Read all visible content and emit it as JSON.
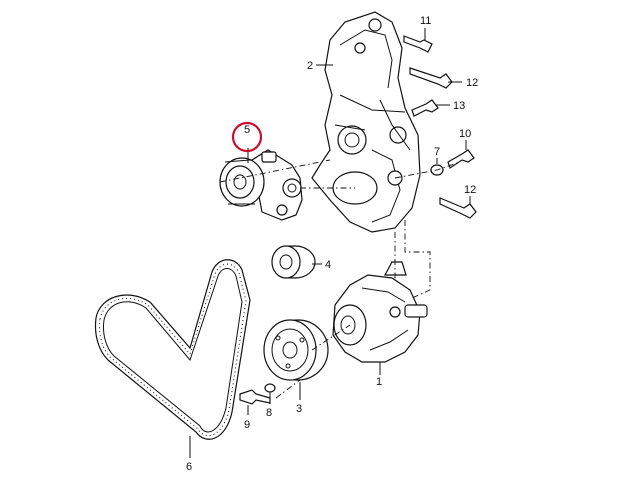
{
  "diagram": {
    "highlight_color": "#c8102e",
    "highlighted_label": "5",
    "callouts": [
      {
        "id": "1",
        "label": "1"
      },
      {
        "id": "2",
        "label": "2"
      },
      {
        "id": "3",
        "label": "3"
      },
      {
        "id": "4",
        "label": "4"
      },
      {
        "id": "5",
        "label": "5"
      },
      {
        "id": "6",
        "label": "6"
      },
      {
        "id": "7",
        "label": "7"
      },
      {
        "id": "8",
        "label": "8"
      },
      {
        "id": "9",
        "label": "9"
      },
      {
        "id": "10",
        "label": "10"
      },
      {
        "id": "11",
        "label": "11"
      },
      {
        "id": "12a",
        "label": "12"
      },
      {
        "id": "13",
        "label": "13"
      },
      {
        "id": "12b",
        "label": "12"
      }
    ]
  }
}
